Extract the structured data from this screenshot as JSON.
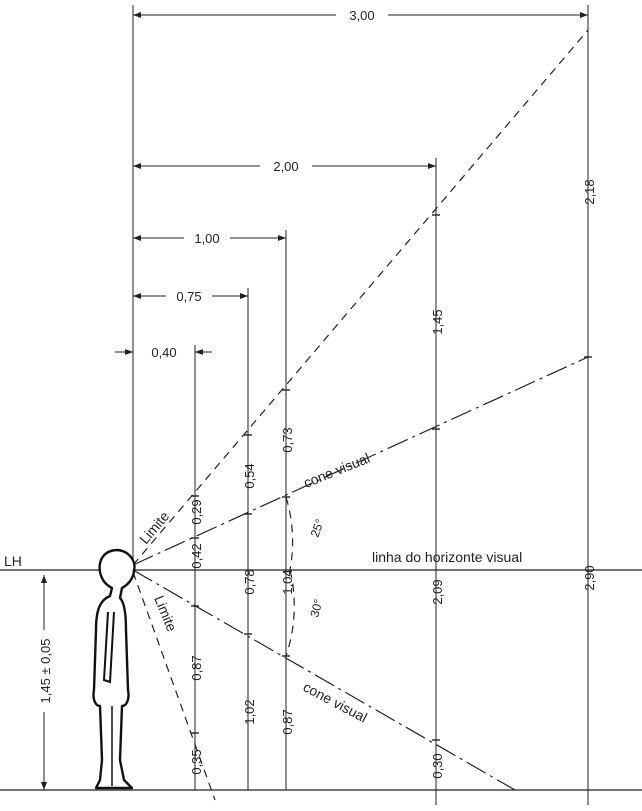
{
  "labels": {
    "lh": "LH",
    "eye_height": "1,45 ± 0,05",
    "horizon": "linha do horizonte visual",
    "cone_upper": "cone visual",
    "cone_lower": "cone visual",
    "limit_upper": "Limite",
    "limit_lower": "Limite",
    "angle_upper": "25°",
    "angle_lower": "30°"
  },
  "distances": {
    "d300": "3,00",
    "d200": "2,00",
    "d100": "1,00",
    "d075": "0,75",
    "d040": "0,40"
  },
  "heights": {
    "h040_up": "0,29",
    "h040_horizon": "0,42",
    "h040_below": "0,87",
    "h040_ground": "0,35",
    "h075_up": "0,54",
    "h075_horizon": "0,78",
    "h075_below": "1,02",
    "h100_up": "0,73",
    "h100_horizon": "1,04",
    "h100_below": "0,87",
    "h200_up": "1,45",
    "h200_horizon": "2,09",
    "h200_ground": "0,30",
    "h300_up": "2,18",
    "h300_horizon": "2,90"
  }
}
